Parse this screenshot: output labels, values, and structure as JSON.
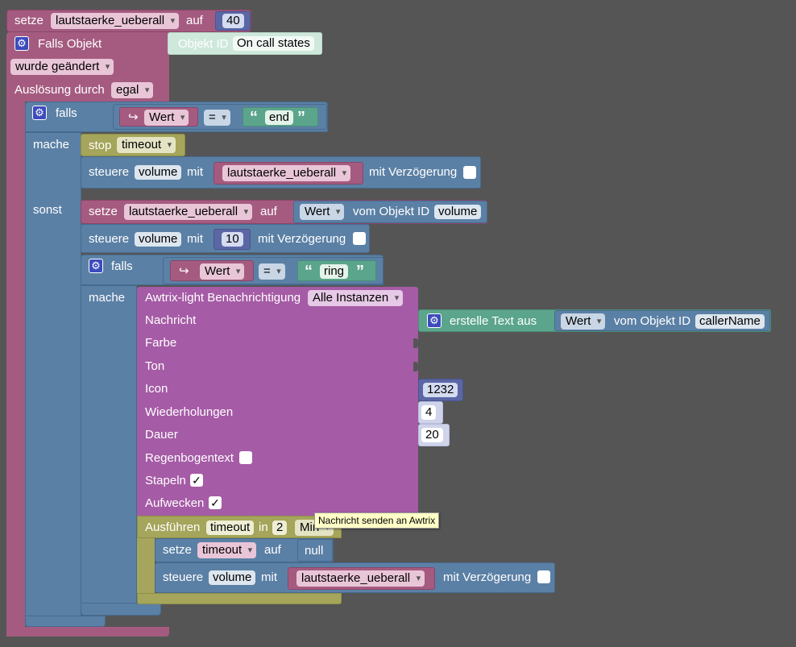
{
  "colors": {
    "background": "#555555",
    "variable_block": "#a55b80",
    "control_block": "#5b80a5",
    "text_block": "#5ba58c",
    "awtrix_block": "#a55ba5",
    "timer_block": "#a5a55b",
    "number_block": "#5b67a5"
  },
  "top_set": {
    "label": "setze",
    "variable": "lautstaerke_ueberall",
    "to": "auf",
    "value": "40"
  },
  "trigger": {
    "title": "Falls Objekt",
    "object_id_label": "Objekt ID",
    "object_id_value": "On call states",
    "changed": "wurde geändert",
    "trigger_by_label": "Auslösung durch",
    "trigger_by_value": "egal"
  },
  "if1": {
    "falls": "falls",
    "var": "Wert",
    "op": "=",
    "text": "end",
    "mache": "mache",
    "stop_label": "stop",
    "stop_value": "timeout",
    "control_label": "steuere",
    "control_target": "volume",
    "control_with": "mit",
    "control_var": "lautstaerke_ueberall",
    "control_delay": "mit Verzögerung",
    "sonst": "sonst"
  },
  "else_block": {
    "set_label": "setze",
    "set_var": "lautstaerke_ueberall",
    "set_to": "auf",
    "get_value": "Wert",
    "get_from": "vom Objekt ID",
    "get_id": "volume",
    "control_label": "steuere",
    "control_target": "volume",
    "control_with": "mit",
    "control_value": "10",
    "control_delay": "mit Verzögerung"
  },
  "if2": {
    "falls": "falls",
    "var": "Wert",
    "op": "=",
    "text": "ring",
    "mache": "mache"
  },
  "awtrix": {
    "title": "Awtrix-light Benachrichtigung",
    "instance": "Alle Instanzen",
    "rows": [
      "Nachricht",
      "Farbe",
      "Ton",
      "Icon",
      "Wiederholungen",
      "Dauer",
      "Regenbogentext",
      "Stapeln",
      "Aufwecken"
    ],
    "text_create": "erstelle Text aus",
    "text_value": "Wert",
    "text_from": "vom Objekt ID",
    "text_id": "callerName",
    "icon": "1232",
    "repeat": "4",
    "duration": "20",
    "check_mark": "✓"
  },
  "timer": {
    "label": "Ausführen",
    "name": "timeout",
    "in": "in",
    "value": "2",
    "unit": "Min",
    "set_label": "setze",
    "set_var": "timeout",
    "set_to": "auf",
    "null": "null",
    "control_label": "steuere",
    "control_target": "volume",
    "control_with": "mit",
    "control_var": "lautstaerke_ueberall",
    "control_delay": "mit Verzögerung"
  },
  "tooltip": "Nachricht senden an Awtrix",
  "icons": {
    "gear": "gear-icon",
    "arrow": "arrow-icon"
  }
}
